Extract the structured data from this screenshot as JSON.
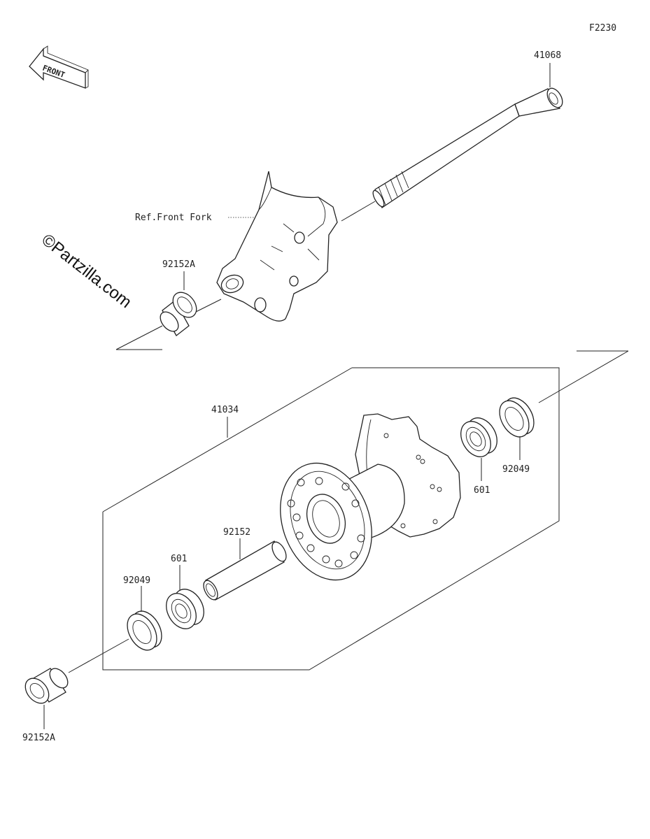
{
  "diagram_code": "F2230",
  "front_label": "FRONT",
  "watermark": "©Partzilla.com",
  "ref_label": "Ref.Front Fork",
  "parts": {
    "axle": "41068",
    "collar_upper": "92152A",
    "hub_assembly": "41034",
    "spacer": "92152",
    "bearing_left": "601",
    "seal_left": "92049",
    "bearing_right": "601",
    "seal_right": "92049",
    "collar_lower": "92152A"
  },
  "colors": {
    "line": "#222222",
    "background": "#ffffff"
  }
}
